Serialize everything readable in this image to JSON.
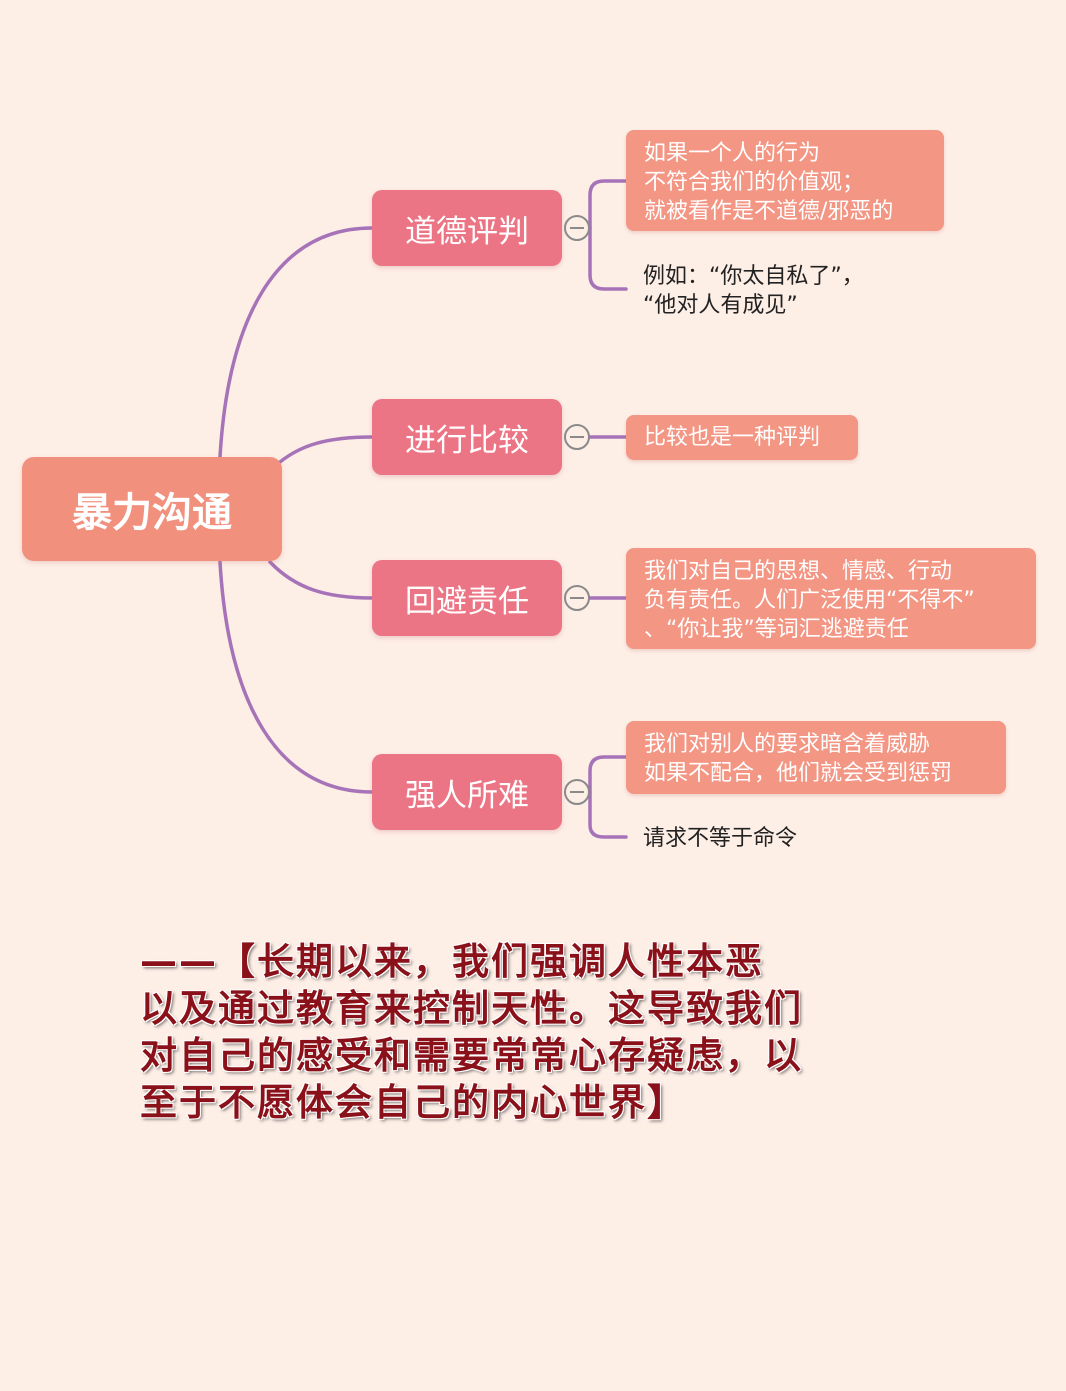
{
  "mindmap": {
    "root": "暴力沟通",
    "branches": [
      {
        "label": "道德评判",
        "children": [
          {
            "style": "box",
            "lines": [
              "如果一个人的行为",
              "不符合我们的价值观；",
              "就被看作是不道德/邪恶的"
            ]
          },
          {
            "style": "text",
            "lines": [
              "例如：“你太自私了”，",
              "“他对人有成见”"
            ]
          }
        ]
      },
      {
        "label": "进行比较",
        "children": [
          {
            "style": "box",
            "lines": [
              "比较也是一种评判"
            ]
          }
        ]
      },
      {
        "label": "回避责任",
        "children": [
          {
            "style": "box",
            "lines": [
              "我们对自己的思想、情感、行动",
              "负有责任。人们广泛使用“不得不”",
              "、“你让我”等词汇逃避责任"
            ]
          }
        ]
      },
      {
        "label": "强人所难",
        "children": [
          {
            "style": "box",
            "lines": [
              "我们对别人的要求暗含着威胁",
              "如果不配合，他们就会受到惩罚"
            ]
          },
          {
            "style": "text",
            "lines": [
              "请求不等于命令"
            ]
          }
        ]
      }
    ]
  },
  "quote": {
    "lines": [
      "——【长期以来，我们强调人性本恶",
      "以及通过教育来控制天性。这导致我们",
      "对自己的感受和需要常常心存疑虑，以",
      "至于不愿体会自己的内心世界】"
    ]
  },
  "colors": {
    "background": "#fdeee6",
    "root": "#f2907e",
    "branch": "#ec7585",
    "leaf": "#f39684",
    "connector": "#a673b8",
    "quote": "#8a1119"
  }
}
